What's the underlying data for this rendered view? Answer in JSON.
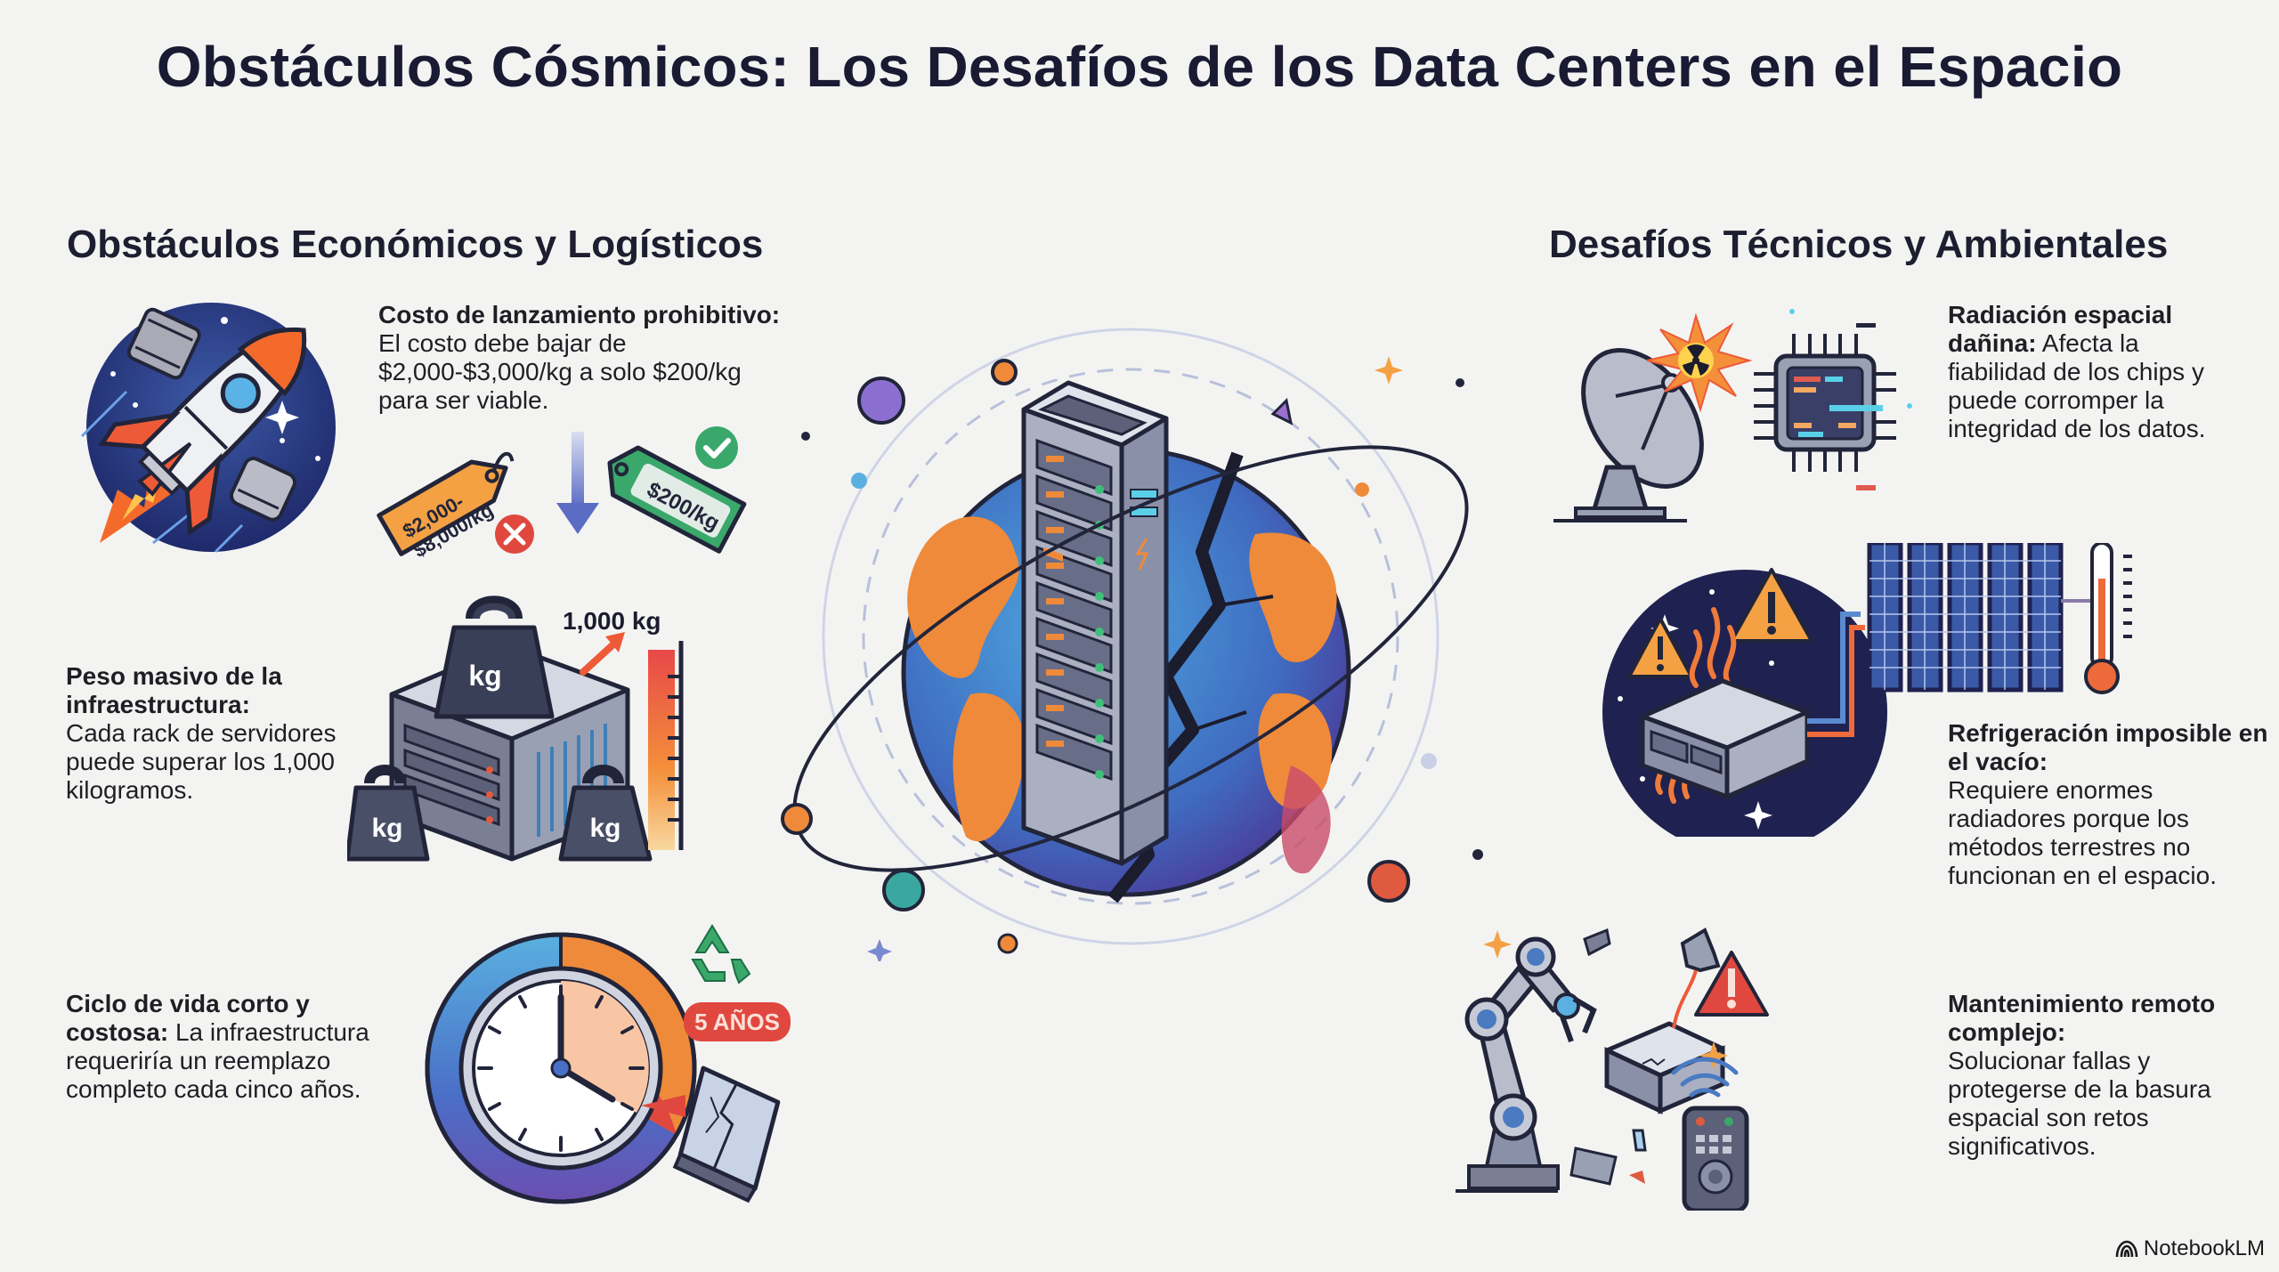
{
  "title": "Obstáculos Cósmicos: Los Desafíos de los Data Centers en el Espacio",
  "sections": {
    "left": {
      "heading": "Obstáculos Económicos y Logísticos",
      "items": [
        {
          "heading": "Costo de lanzamiento prohibitivo:",
          "body": "El costo debe bajar de $2,000-$3,000/kg a solo $200/kg para ser viable.",
          "icon": "rocket-icon",
          "tags": {
            "old_price_line1": "$2,000-",
            "old_price_line2": "$8,000/kg",
            "new_price": "$200/kg"
          }
        },
        {
          "heading": "Peso masivo de la infraestructura:",
          "body": "Cada rack de servidores puede superar los 1,000 kilogramos.",
          "icon": "weight-icon",
          "scale_label": "1,000 kg",
          "weight_label": "kg"
        },
        {
          "heading": "Ciclo de vida corto y costosa:",
          "body": "La infraestructura requeriría un reemplazo completo cada cinco años.",
          "icon": "clock-icon",
          "badge": "5 AÑOS"
        }
      ]
    },
    "right": {
      "heading": "Desafíos Técnicos y Ambientales",
      "items": [
        {
          "heading": "Radiación espacial dañina:",
          "body": "Afecta la fiabilidad de los chips y puede corromper la integridad de los datos.",
          "icon": "radiation-chip-icon"
        },
        {
          "heading": "Refrigeración imposible en el vacío:",
          "body": "Requiere enormes radiadores porque los métodos terrestres no funcionan en el espacio.",
          "icon": "overheating-server-icon"
        },
        {
          "heading": "Mantenimiento remoto complejo:",
          "body": "Solucionar fallas y protegerse de la basura espacial son retos significativos.",
          "icon": "robot-arm-icon"
        }
      ]
    }
  },
  "center": {
    "icon": "cracked-earth-server-icon"
  },
  "footer": {
    "brand": "NotebookLM"
  },
  "colors": {
    "background": "#f3f4f2",
    "text": "#1b1c2e",
    "navy": "#1f2150",
    "orange": "#ef8a3a",
    "red": "#e0483f",
    "green": "#3aa86b",
    "blue": "#4a6fc7",
    "purple": "#6a4fb0"
  }
}
